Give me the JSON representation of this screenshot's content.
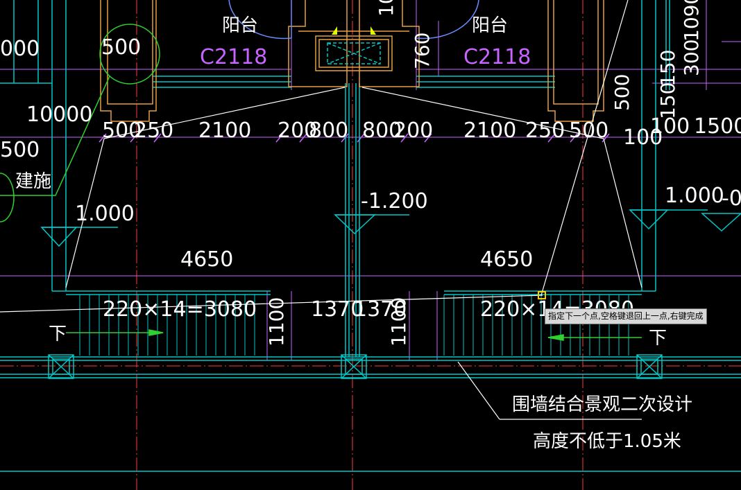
{
  "drawing": {
    "rooms": [
      {
        "label": "阳台",
        "window_tag": "C2118"
      },
      {
        "label": "阳台",
        "window_tag": "C2118"
      }
    ],
    "dimensions_top": [
      "500",
      "250",
      "2100",
      "200",
      "800",
      "800",
      "200",
      "2100",
      "250",
      "500"
    ],
    "dims_misc": {
      "top_left_500": "500",
      "left_10000": "10000",
      "left_000": "000",
      "left_500": "500",
      "right_500v": "500",
      "right_100": "100",
      "right_1500": "1500",
      "right_100b": "100",
      "right_150": "150",
      "right_300": "300",
      "right_1090": "1090",
      "right_150b": "150",
      "mid_760": "760",
      "mid_10": "10",
      "span_left": "4650",
      "span_right": "4650",
      "stair_left": "220×14=3080",
      "stair_right": "220×14=3080",
      "center_1370_a": "1370",
      "center_1370_b": "1370",
      "height_1100_a": "1100",
      "height_1100_b": "1100"
    },
    "elevations": {
      "left": "1.000",
      "center": "-1.200",
      "right": "1.000",
      "far_right": "-0"
    },
    "annotations": {
      "jianshi": "建施",
      "down_left": "下",
      "down_right": "下",
      "wall_note_1": "围墙结合景观二次设计",
      "wall_note_2": "高度不低于1.05米"
    },
    "cursor_prompt": "指定下一个点,空格键退回上一点,右键完成",
    "colors": {
      "background": "#000000",
      "wall_cyan": "#00c8c8",
      "dim_magenta": "#c864ff",
      "axis_red": "#ff3c3c",
      "window_orange": "#e8a040",
      "leader_green": "#30d030",
      "snap_yellow": "#ffd000"
    }
  }
}
